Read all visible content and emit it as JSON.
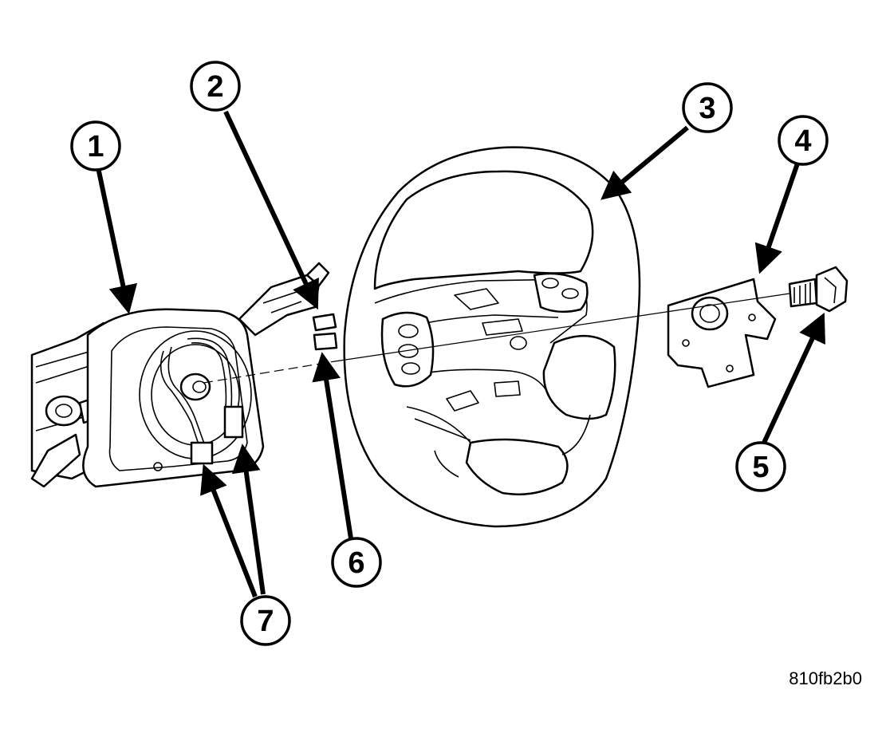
{
  "callouts": [
    {
      "id": "1",
      "label": "1"
    },
    {
      "id": "2",
      "label": "2"
    },
    {
      "id": "3",
      "label": "3"
    },
    {
      "id": "4",
      "label": "4"
    },
    {
      "id": "5",
      "label": "5"
    },
    {
      "id": "6",
      "label": "6"
    },
    {
      "id": "7",
      "label": "7"
    }
  ],
  "figure_code": "810fb2b0",
  "colors": {
    "line": "#000000",
    "background": "#ffffff"
  }
}
